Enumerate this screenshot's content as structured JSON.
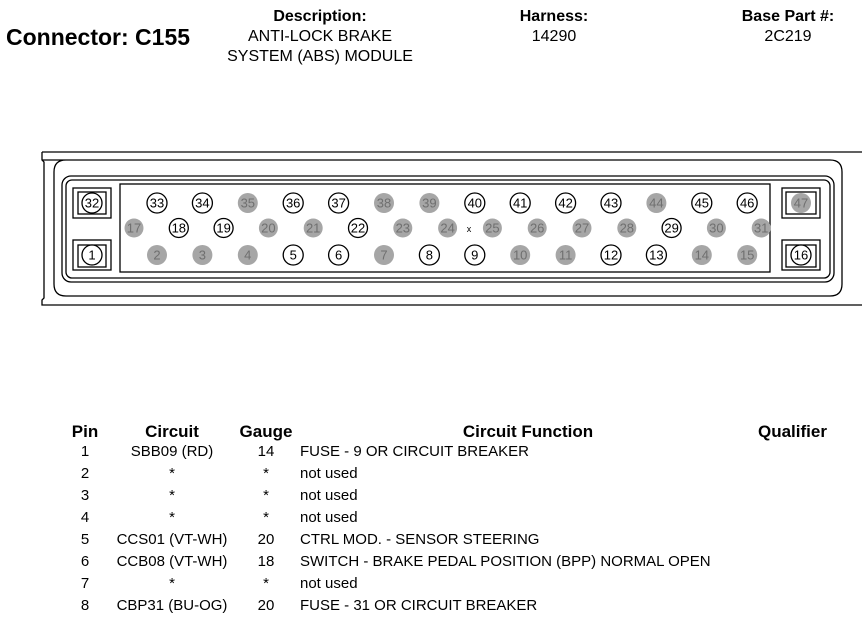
{
  "header": {
    "connector": "Connector: C155",
    "description_label": "Description:",
    "description_line1": "ANTI-LOCK BRAKE",
    "description_line2": "SYSTEM (ABS) MODULE",
    "harness_label": "Harness:",
    "harness_value": "14290",
    "base_part_label": "Base Part #:",
    "base_part_value": "2C219"
  },
  "connector": {
    "row_top": [
      "32",
      "33",
      "34",
      "35",
      "36",
      "37",
      "38",
      "39",
      "40",
      "41",
      "42",
      "43",
      "44",
      "45",
      "46",
      "47"
    ],
    "row_middle": [
      "17",
      "18",
      "19",
      "20",
      "21",
      "22",
      "23",
      "24",
      "25",
      "26",
      "27",
      "28",
      "29",
      "30",
      "31"
    ],
    "row_bottom": [
      "1",
      "2",
      "3",
      "4",
      "5",
      "6",
      "7",
      "8",
      "9",
      "10",
      "11",
      "12",
      "13",
      "14",
      "15",
      "16"
    ],
    "populated_pins": [
      "32",
      "33",
      "34",
      "36",
      "37",
      "40",
      "41",
      "42",
      "43",
      "45",
      "46",
      "18",
      "19",
      "22",
      "29",
      "1",
      "5",
      "6",
      "8",
      "9",
      "12",
      "13",
      "16"
    ],
    "unused_pins": [
      "35",
      "38",
      "39",
      "44",
      "47",
      "17",
      "20",
      "21",
      "23",
      "24",
      "25",
      "26",
      "27",
      "28",
      "30",
      "31",
      "2",
      "3",
      "4",
      "7",
      "10",
      "11",
      "14",
      "15"
    ],
    "key_mark": "x",
    "colors": {
      "populated_fill": "#ffffff",
      "unused_fill": "#a6a6a6",
      "unused_text": "#6f6f6f",
      "outline": "#000000"
    }
  },
  "table": {
    "headers": {
      "pin": "Pin",
      "circuit": "Circuit",
      "gauge": "Gauge",
      "function": "Circuit Function",
      "qualifier": "Qualifier"
    },
    "rows": [
      {
        "pin": "1",
        "circuit": "SBB09 (RD)",
        "gauge": "14",
        "function": "FUSE - 9 OR CIRCUIT BREAKER",
        "qualifier": ""
      },
      {
        "pin": "2",
        "circuit": "*",
        "gauge": "*",
        "function": "not used",
        "qualifier": ""
      },
      {
        "pin": "3",
        "circuit": "*",
        "gauge": "*",
        "function": "not used",
        "qualifier": ""
      },
      {
        "pin": "4",
        "circuit": "*",
        "gauge": "*",
        "function": "not used",
        "qualifier": ""
      },
      {
        "pin": "5",
        "circuit": "CCS01 (VT-WH)",
        "gauge": "20",
        "function": "CTRL MOD. - SENSOR STEERING",
        "qualifier": ""
      },
      {
        "pin": "6",
        "circuit": "CCB08 (VT-WH)",
        "gauge": "18",
        "function": "SWITCH - BRAKE PEDAL POSITION (BPP) NORMAL OPEN",
        "qualifier": ""
      },
      {
        "pin": "7",
        "circuit": "*",
        "gauge": "*",
        "function": "not used",
        "qualifier": ""
      },
      {
        "pin": "8",
        "circuit": "CBP31 (BU-OG)",
        "gauge": "20",
        "function": "FUSE - 31 OR CIRCUIT BREAKER",
        "qualifier": ""
      }
    ]
  }
}
